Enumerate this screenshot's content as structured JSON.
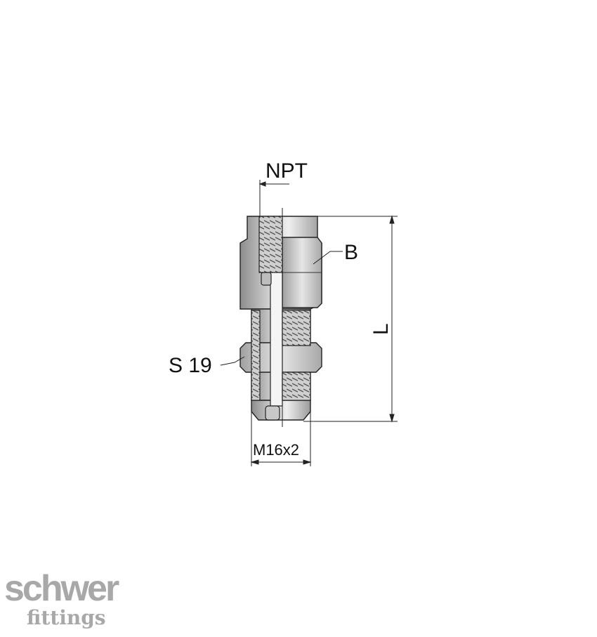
{
  "labels": {
    "npt": "NPT",
    "b": "B",
    "l": "L",
    "s19": "S 19",
    "m16": "M16x2"
  },
  "logo": {
    "line1": "schwer",
    "line2": "fittings"
  }
}
